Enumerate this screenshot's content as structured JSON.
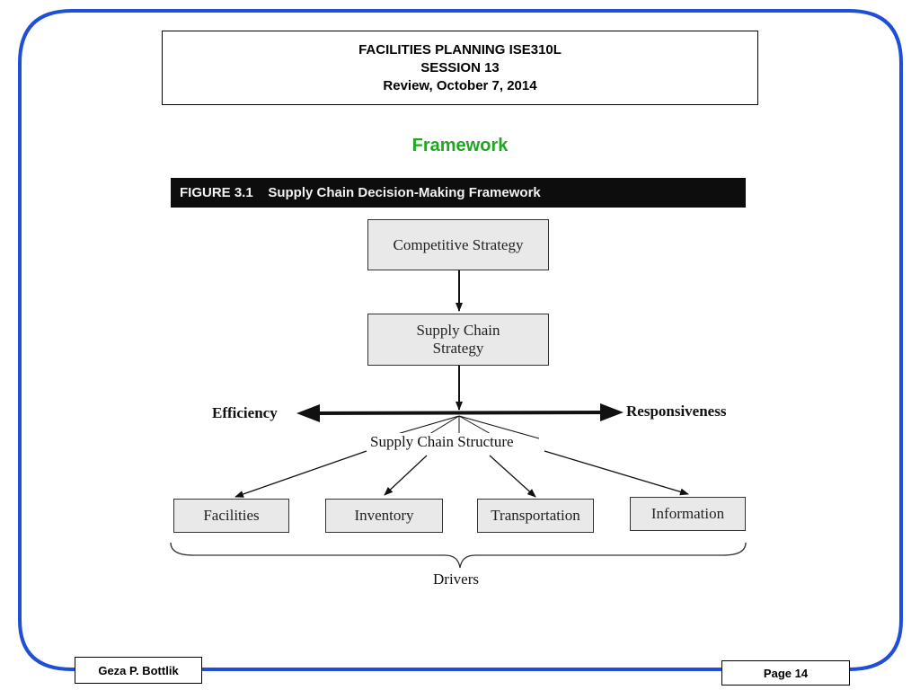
{
  "header": {
    "line1": "FACILITIES PLANNING ISE310L",
    "line2": "SESSION 13",
    "line3": "Review, October 7, 2014"
  },
  "section_title": "Framework",
  "figure": {
    "caption": "FIGURE 3.1    Supply Chain Decision-Making Framework",
    "competitive_strategy": "Competitive Strategy",
    "supply_chain_strategy_line1": "Supply Chain",
    "supply_chain_strategy_line2": "Strategy",
    "efficiency": "Efficiency",
    "responsiveness": "Responsiveness",
    "supply_chain_structure": "Supply Chain Structure",
    "drivers": [
      "Facilities",
      "Inventory",
      "Transportation",
      "Information"
    ],
    "drivers_label": "Drivers"
  },
  "footer": {
    "author": "Geza P. Bottlik",
    "page": "Page 14"
  },
  "colors": {
    "frame": "#1f4fd6",
    "title_green": "#1fa81f",
    "figure_bar": "#0d0d0d",
    "box_fill": "#e9e9e9"
  }
}
